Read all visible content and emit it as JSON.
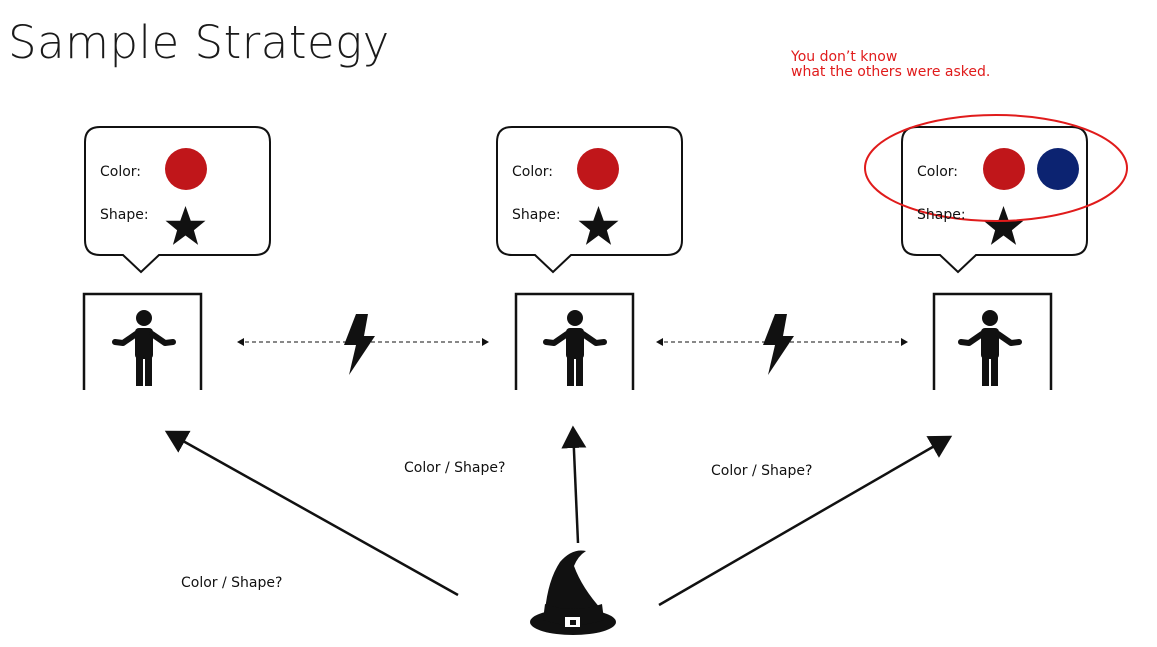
{
  "title": "Sample Strategy",
  "note": {
    "line1": "You don’t know",
    "line2": "what the others were asked."
  },
  "bubbles": [
    {
      "color_label": "Color:",
      "shape_label": "Shape:",
      "colors": [
        "#c0161a"
      ],
      "shape_icon": "star-icon"
    },
    {
      "color_label": "Color:",
      "shape_label": "Shape:",
      "colors": [
        "#c0161a"
      ],
      "shape_icon": "star-icon"
    },
    {
      "color_label": "Color:",
      "shape_label": "Shape:",
      "colors": [
        "#c0161a",
        "#0c2371"
      ],
      "shape_icon": "star-icon"
    }
  ],
  "questions": {
    "left": "Color / Shape?",
    "middle": "Color / Shape?",
    "right": "Color / Shape?"
  },
  "icons": {
    "person": "person-shrug-icon",
    "room": "doorway-icon",
    "link": "lightning-bolt-icon",
    "questioner": "witch-hat-icon"
  },
  "colors": {
    "accent_red": "#e01b1b",
    "dot_red": "#c0161a",
    "dot_blue": "#0c2371",
    "ink": "#111111"
  }
}
